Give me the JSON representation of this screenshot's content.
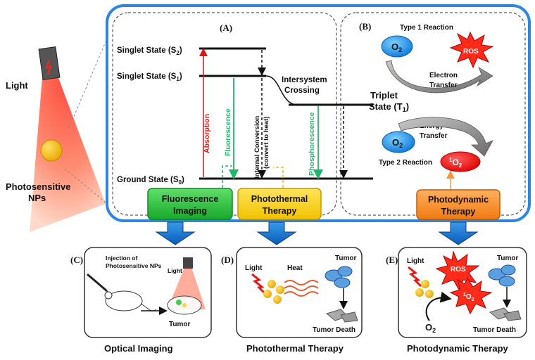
{
  "left": {
    "light": "Light",
    "nps_line1": "Photosensitive",
    "nps_line2": "NPs"
  },
  "panel_a": {
    "label": "(A)",
    "s2": "Singlet State (S",
    "s2_sub": "2",
    "s1": "Singlet State (S",
    "s1_sub": "1",
    "s0": "Ground State (S",
    "s0_sub": "0",
    "t1_line1": "Triplet",
    "t1_line2": "State (T",
    "t1_sub": "1",
    "isc_line1": "Intersystem",
    "isc_line2": "Crossing",
    "absorption": "Absorption",
    "fluorescence": "Fluorescence",
    "ic_line1": "Internal Conversion",
    "ic_line2": "(convert to heat)",
    "phosphorescence": "Phosphorescence"
  },
  "panel_b": {
    "label": "(B)",
    "type1": "Type 1 Reaction",
    "type2": "Type 2 Reaction",
    "o2": "O",
    "o2_sub": "2",
    "ros": "ROS",
    "electron_line1": "Electron",
    "electron_line2": "Transfer",
    "energy_line1": "Energy",
    "energy_line2": "Transfer",
    "singlet_o2_sup": "1",
    "singlet_o2": "O",
    "singlet_o2_sub": "2"
  },
  "therapy_boxes": {
    "fluorescence_line1": "Fluorescence",
    "fluorescence_line2": "Imaging",
    "photothermal_line1": "Photothermal",
    "photothermal_line2": "Therapy",
    "photodynamic_line1": "Photodynamic",
    "photodynamic_line2": "Therapy"
  },
  "panel_c": {
    "label": "(C)",
    "injection_line1": "Injection of",
    "injection_line2": "Photosensitive NPs",
    "light": "Light",
    "tumor": "Tumor",
    "caption": "Optical Imaging"
  },
  "panel_d": {
    "label": "(D)",
    "light": "Light",
    "heat": "Heat",
    "tumor": "Tumor",
    "tumor_death": "Tumor Death",
    "caption": "Photothermal Therapy"
  },
  "panel_e": {
    "label": "(E)",
    "light": "Light",
    "ros": "ROS",
    "tumor": "Tumor",
    "singlet_o2_sup": "1",
    "singlet_o2": "O",
    "singlet_o2_sub": "2",
    "o2": "O",
    "o2_sub": "2",
    "tumor_death": "Tumor Death",
    "caption": "Photodynamic Therapy"
  }
}
